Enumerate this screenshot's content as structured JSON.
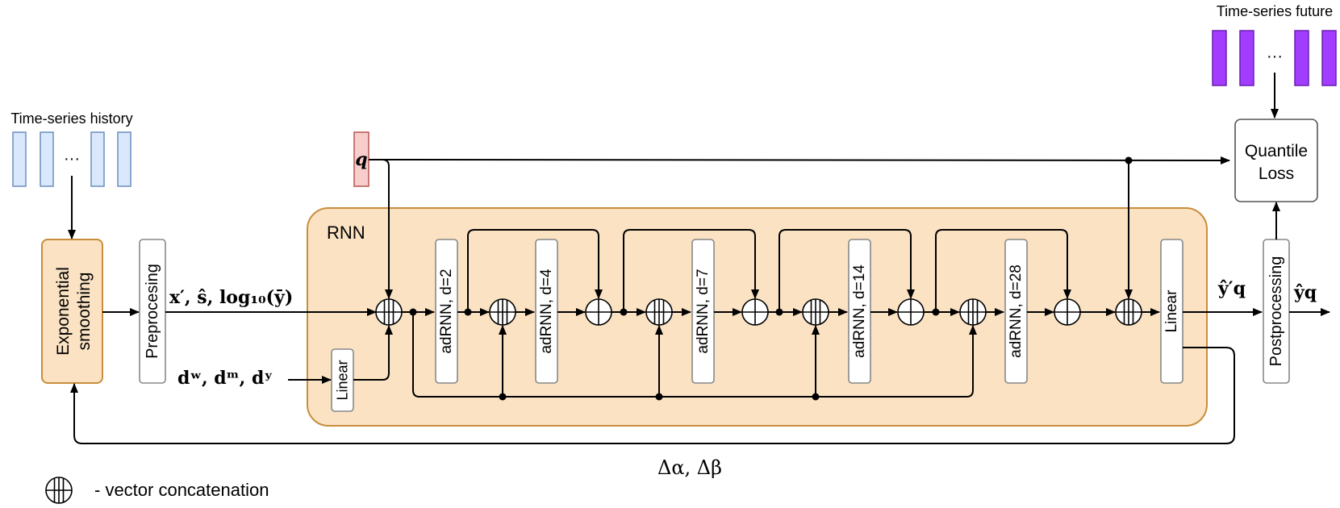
{
  "labels": {
    "history": "Time-series history",
    "future": "Time-series future",
    "ellipsis": "···",
    "exp_smoothing_line1": "Exponential",
    "exp_smoothing_line2": "smoothing",
    "preprocessing": "Preprocesing",
    "input_features": "x′, ŝ, log₁₀(ȳ)",
    "date_features": "dʷ, dᵐ, dʸ",
    "linear": "Linear",
    "rnn": "RNN",
    "q": "q",
    "quantile_loss_line1": "Quantile",
    "quantile_loss_line2": "Loss",
    "output_raw": "ŷ′q",
    "output": "ŷq",
    "postprocessing": "Postprocessing",
    "feedback": "Δα, Δβ",
    "legend_symbol": "⧺",
    "legend_text": "- vector concatenation"
  },
  "blocks": {
    "adrnn": [
      "adRNN, d=2",
      "adRNN, d=4",
      "adRNN, d=7",
      "adRNN, d=14",
      "adRNN, d=28"
    ],
    "linear_out": "Linear"
  },
  "colors": {
    "history_fill": "#dae8fc",
    "history_stroke": "#6c8ebf",
    "future_fill": "#a23cff",
    "future_stroke": "#6b1fb0",
    "orange_fill": "#fae2c3",
    "orange_stroke": "#c98d3c",
    "q_fill": "#f8cecc",
    "q_stroke": "#b85450"
  }
}
